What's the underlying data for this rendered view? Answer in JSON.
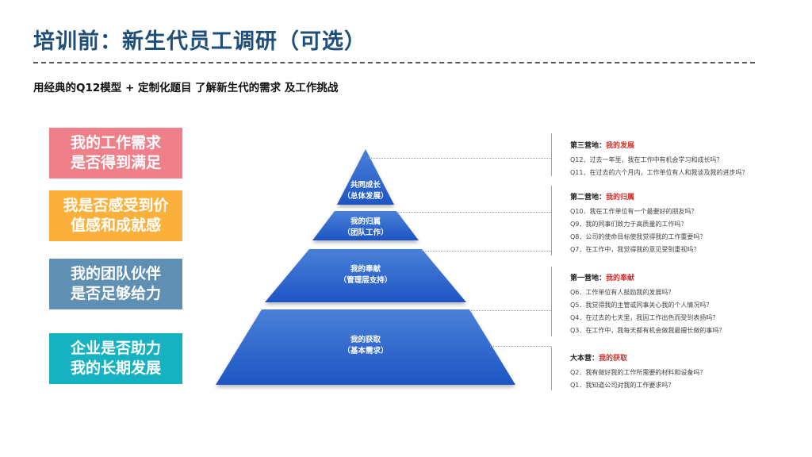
{
  "header": {
    "title": "培训前：新生代员工调研（可选）",
    "subtitle": "用经典的Q12模型 + 定制化题目 了解新生代的需求 及工作挑战"
  },
  "cards": [
    {
      "line1": "我的工作需求",
      "line2": "是否得到满足",
      "color": "#ef7f89"
    },
    {
      "line1": "我是否感受到价",
      "line2": "值感和成就感",
      "color": "#fbb03b"
    },
    {
      "line1": "我的团队伙伴",
      "line2": "是否足够给力",
      "color": "#5f8fb2"
    },
    {
      "line1": "企业是否助力",
      "line2": "我的长期发展",
      "color": "#17b2c1"
    }
  ],
  "pyramid": {
    "colors": {
      "top": "#4a80d8",
      "bottom": "#1e55c4"
    },
    "tiers": [
      {
        "line1": "共同成长",
        "line2": "（总体发展）"
      },
      {
        "line1": "我的归属",
        "line2": "（团队工作）"
      },
      {
        "line1": "我的奉献",
        "line2": "（管理层支持）"
      },
      {
        "line1": "我的获取",
        "line2": "（基本需求）"
      }
    ]
  },
  "groups": [
    {
      "prefix": "第三营地：",
      "accent": "我的发展",
      "items": [
        "Q12．过去一年里，我在工作中有机会学习和成长吗？",
        "Q11．在过去的六个月内，工作单位有人和我谈及我的进步吗？"
      ]
    },
    {
      "prefix": "第二营地：",
      "accent": "我的归属",
      "items": [
        "Q10．我在工作单位有一个最要好的朋友吗？",
        "Q9．我的同事们致力于高质量的工作吗？",
        "Q8．公司的使命目标使我觉得我的工作重要吗？",
        "Q7．在工作中，我觉得我的意见受到重视吗？"
      ]
    },
    {
      "prefix": "第一营地：",
      "accent": "我的奉献",
      "items": [
        "Q6．工作单位有人鼓励我的发展吗？",
        "Q5．我觉得我的主管或同事关心我的个人情况吗？",
        "Q4．在过去的七天里，我因工作出色而受到表扬吗？",
        "Q3．在工作中，我每天都有机会做我最擅长做的事吗？"
      ]
    },
    {
      "prefix": "大本营：",
      "accent": "我的获取",
      "items": [
        "Q2．我有做好我的工作所需要的材料和设备吗？",
        "Q1．我知道公司对我的工作要求吗？"
      ]
    }
  ]
}
